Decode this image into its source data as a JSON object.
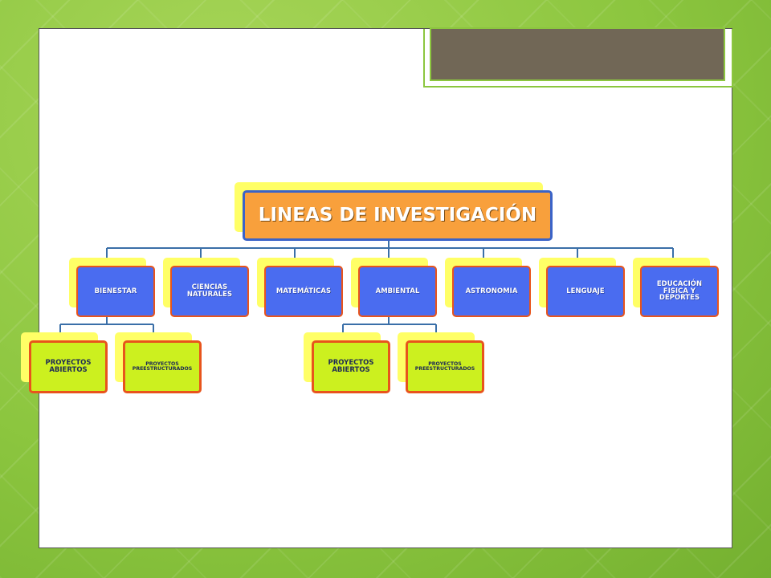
{
  "diagram": {
    "root": "LINEAS DE INVESTIGACIÓN",
    "categories": [
      {
        "id": "bienestar",
        "label": "BIENESTAR"
      },
      {
        "id": "ciencias",
        "label": "CIENCIAS NATURALES"
      },
      {
        "id": "matematicas",
        "label": "MATEMÁTICAS"
      },
      {
        "id": "ambiental",
        "label": "AMBIENTAL"
      },
      {
        "id": "astronomia",
        "label": "ASTRONOMIA"
      },
      {
        "id": "lenguaje",
        "label": "LENGUAJE"
      },
      {
        "id": "educacion",
        "label": "EDUCACIÓN FISICA Y DEPORTES"
      }
    ],
    "bienestar_children": [
      "PROYECTOS ABIERTOS",
      "PROYECTOS PREESTRUCTURADOS"
    ],
    "ambiental_children": [
      "PROYECTOS ABIERTOS",
      "PROYECTOS PREESTRUCTURADOS"
    ]
  },
  "colors": {
    "background": "#8cc63f",
    "root_fill": "#f8a03c",
    "root_border": "#3a63c8",
    "category_fill": "#4a6cf0",
    "category_border": "#e8541c",
    "project_fill": "#ccf01f",
    "shadow": "#ffff66",
    "connector": "#3a6fa8",
    "title_tab": "#716756"
  }
}
